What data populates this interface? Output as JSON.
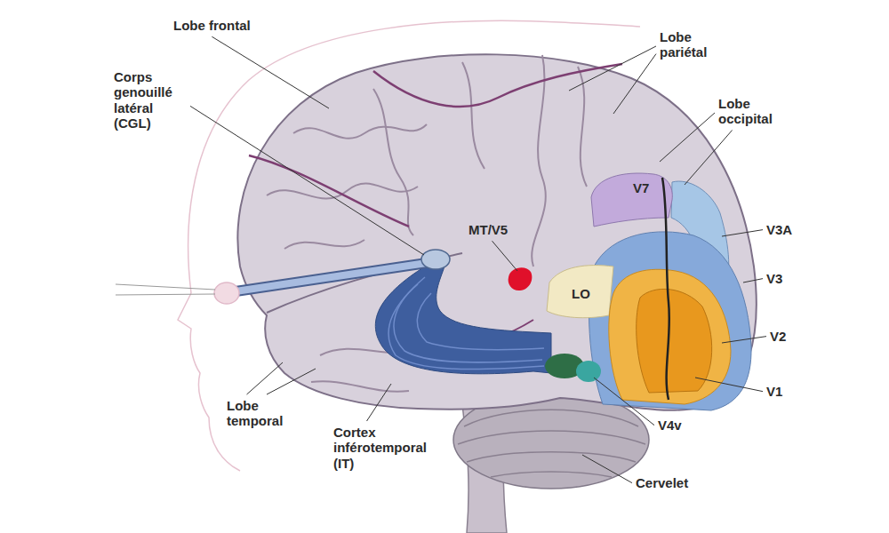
{
  "diagram": {
    "labels": [
      "Lobe frontal",
      "Corps genouillé latéral (CGL)",
      "Lobe pariétal",
      "Lobe occipital",
      "V7",
      "V3A",
      "MT/V5",
      "LO",
      "V3",
      "V2",
      "V1",
      "Lobe temporal",
      "Cortex inférotemporal (IT)",
      "V4v",
      "Cervelet"
    ]
  }
}
